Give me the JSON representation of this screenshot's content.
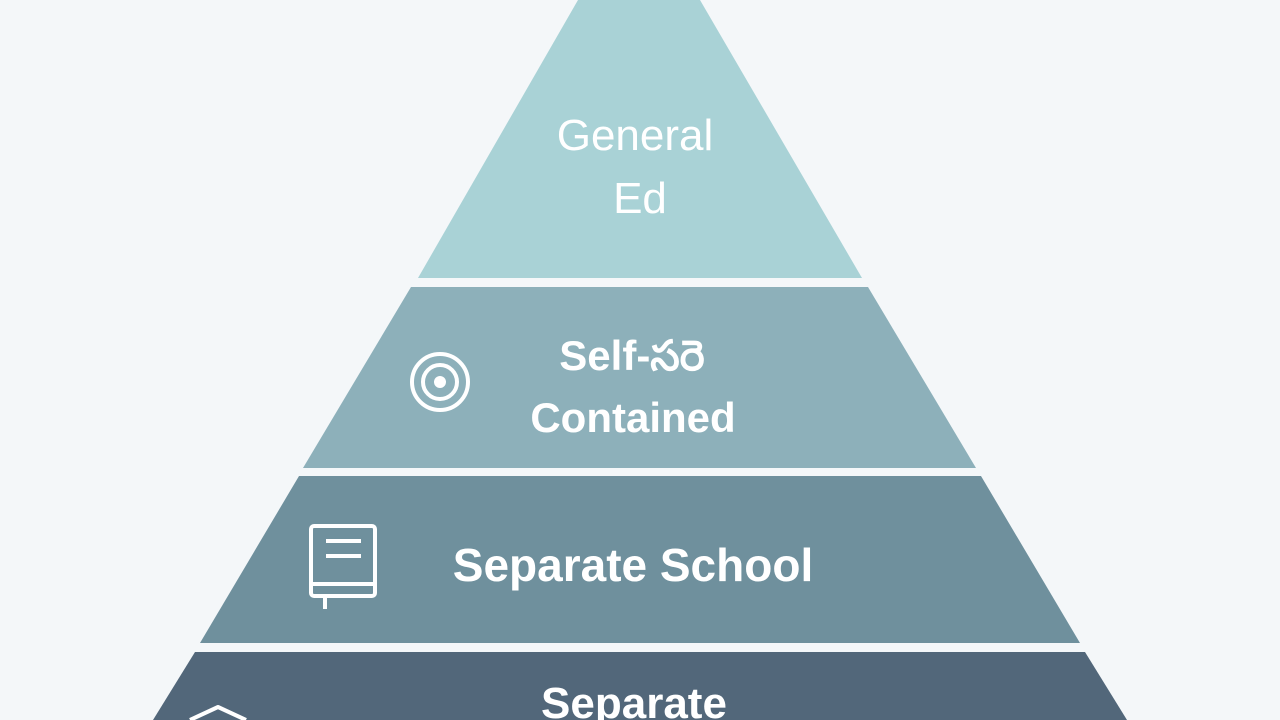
{
  "diagram": {
    "tiers": [
      {
        "id": "tier-1",
        "lines": [
          "General",
          "Ed"
        ],
        "color": "#a9d2d6",
        "icon": null
      },
      {
        "id": "tier-2",
        "lines": [
          "Self-సరె",
          "Contained"
        ],
        "color": "#8db0ba",
        "icon": "target-icon"
      },
      {
        "id": "tier-3",
        "lines": [
          "Separate School"
        ],
        "color": "#6f909d",
        "icon": "book-icon"
      },
      {
        "id": "tier-4",
        "lines": [
          "Separate"
        ],
        "color": "#52677a",
        "icon": "house-icon"
      }
    ],
    "divider_color": "#f4f7f9"
  }
}
